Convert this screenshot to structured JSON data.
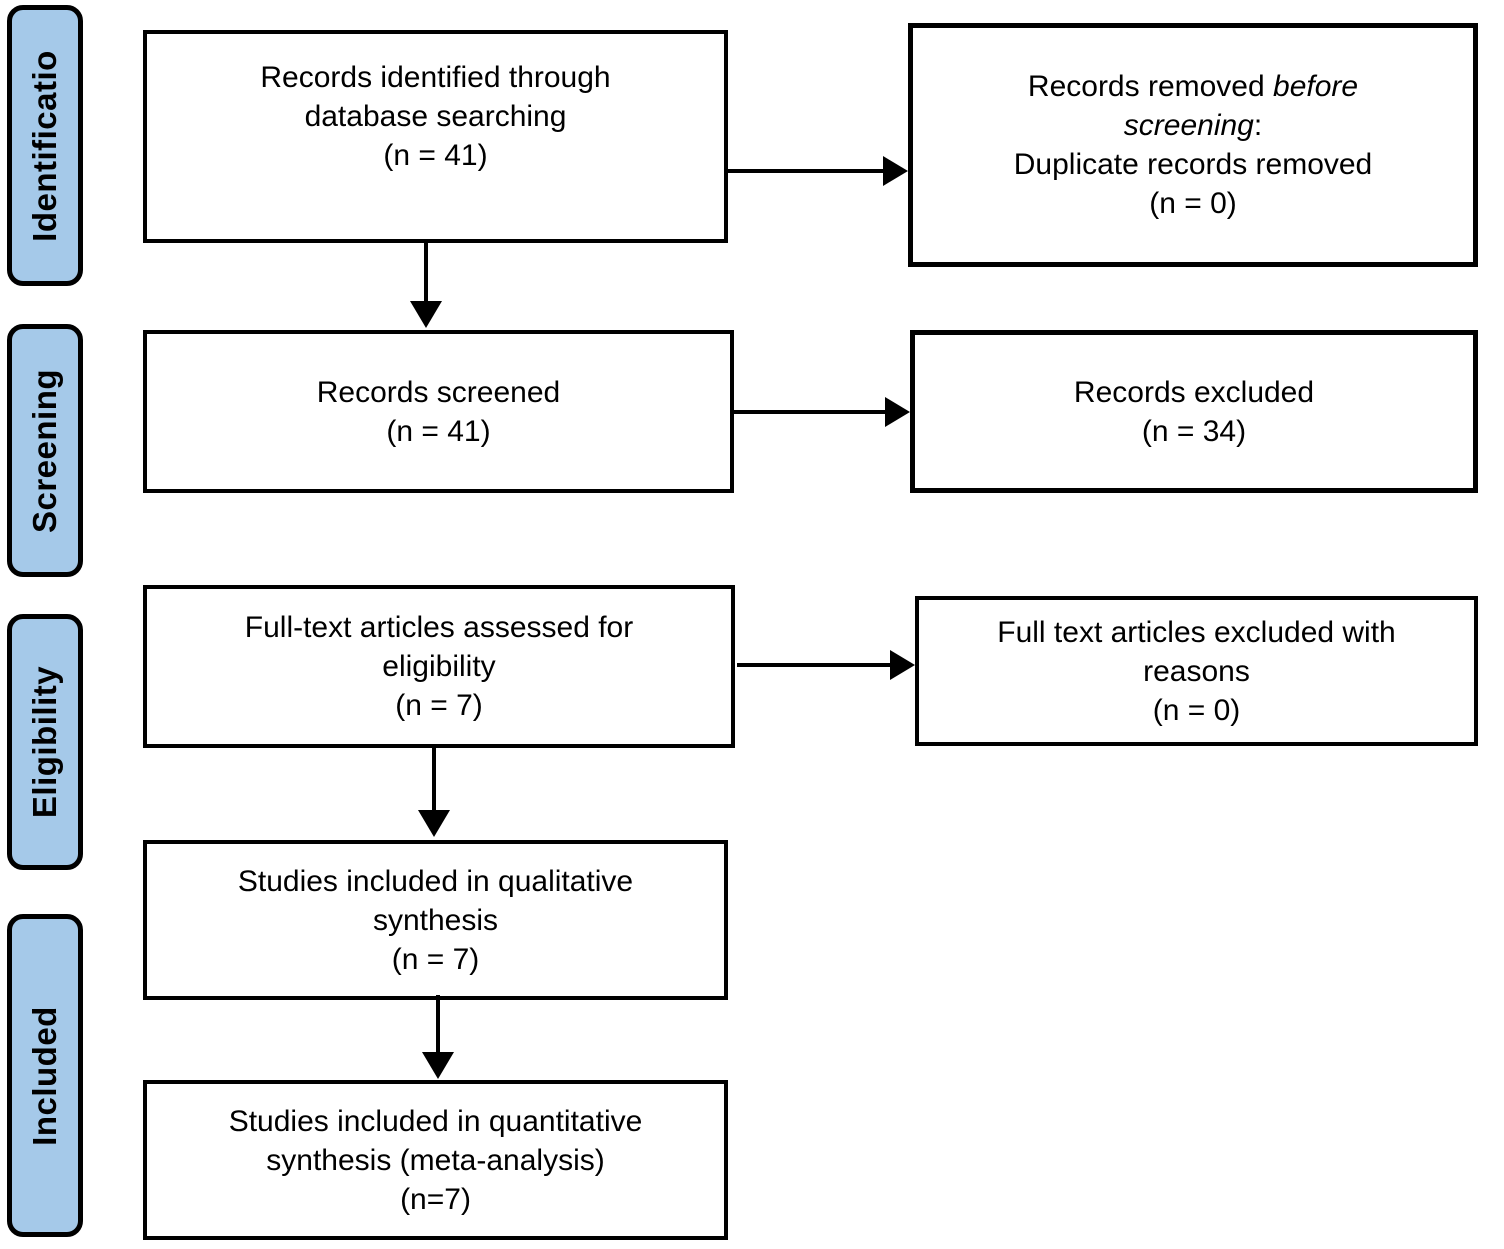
{
  "stages": [
    {
      "label": "Identificatio"
    },
    {
      "label": "Screening"
    },
    {
      "label": "Eligibility"
    },
    {
      "label": "Included"
    }
  ],
  "boxes": {
    "identified": {
      "line1": "Records identified through",
      "line2": "database searching",
      "line3": "(n = 41)"
    },
    "removed": {
      "line1_normal": "Records removed ",
      "line1_italic": "before",
      "line2_italic": "screening",
      "line2_colon": ":",
      "line3": "Duplicate records removed",
      "line4": "(n = 0)"
    },
    "screened": {
      "line1": "Records screened",
      "line2": "(n = 41)"
    },
    "excluded": {
      "line1": "Records excluded",
      "line2": "(n = 34)"
    },
    "fulltext_assessed": {
      "line1": "Full-text articles assessed for",
      "line2": "eligibility",
      "line3": "(n = 7)"
    },
    "fulltext_excluded": {
      "line1": "Full text articles excluded with",
      "line2": "reasons",
      "line3": "(n = 0)"
    },
    "qualitative": {
      "line1": "Studies included in qualitative",
      "line2": "synthesis",
      "line3": "(n = 7)"
    },
    "quantitative": {
      "line1": "Studies included in quantitative",
      "line2": "synthesis (meta-analysis)",
      "line3": "(n=7)"
    }
  },
  "colors": {
    "stage_fill": "#a5c9e9",
    "border": "#000000",
    "background": "#ffffff"
  }
}
